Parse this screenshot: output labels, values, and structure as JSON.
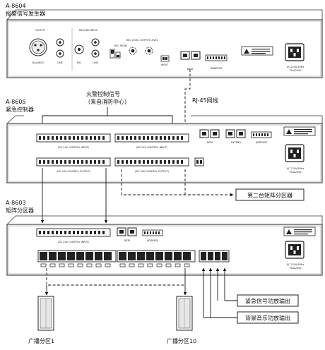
{
  "devices": {
    "alarm_generator": {
      "model": "A-8604",
      "name": "报警信号发生器",
      "panel": {
        "output": "OUTPUT",
        "balance": "BALANCE",
        "line": "LINE",
        "record_input": "RECORD INPUT",
        "mic": "MIC",
        "line2": "LINE",
        "rec_mode": "REC MODE",
        "rec_level": "REC LEVEL",
        "output_level": "OUTPUT LEVEL",
        "input": "INPUT",
        "data": "DATA",
        "address": "ADDRESS",
        "ac": "AC 220V/50Hz",
        "fuse": "T2AL250V"
      }
    },
    "emergency_controller": {
      "model": "A-8605",
      "name": "紧急控制器",
      "panel": {
        "control_input": "(DC 24V CONTROL INPUT)",
        "control_output": "(DC 24V CONTROL OUTPUT)",
        "data": "DATA",
        "extend": "EXTEND",
        "address": "ADDRESS",
        "ac": "AC 220V/50Hz",
        "fuse": "T2AL250V"
      }
    },
    "matrix_zoner": {
      "model": "A-8603",
      "name": "矩阵分区器",
      "panel": {
        "control_input": "(DC 24V CONTROL INPUT)",
        "data": "DATA",
        "address": "ADDRESS",
        "ac": "AC 220V/50Hz",
        "fuse": "T2AL250V"
      }
    }
  },
  "callouts": {
    "fire_signal_line1": "火警控制信号",
    "fire_signal_line2": "（来自消防中心）",
    "rj45": "RJ-45网线",
    "second_matrix": "第二台矩阵分区器",
    "emergency_amp": "紧急信号功放输出",
    "background_amp": "背景音乐功放输出",
    "zone_1": "广播分区1",
    "zone_10": "广播分区10"
  }
}
